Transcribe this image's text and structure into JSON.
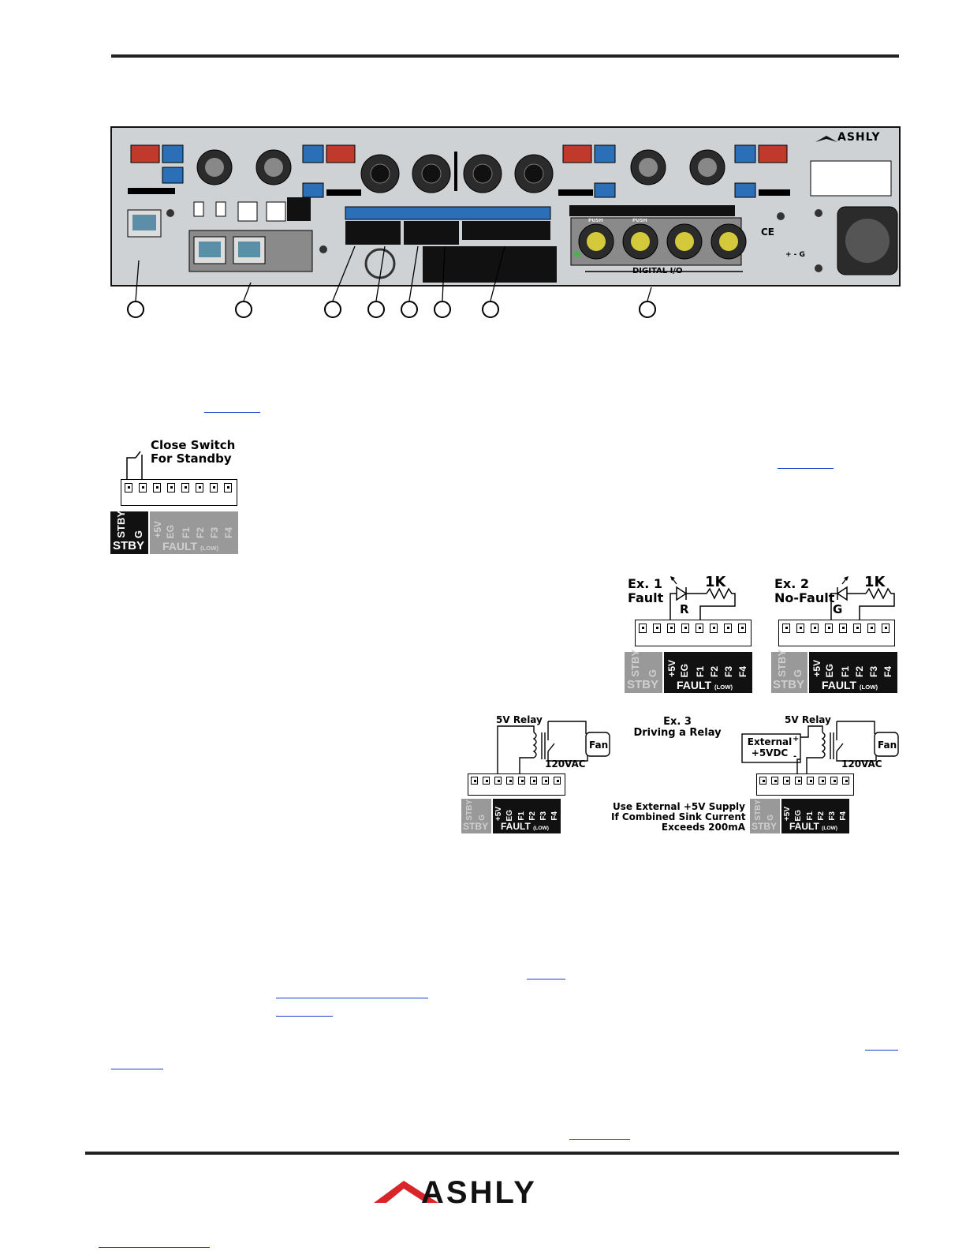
{
  "header_rule": {
    "color": "#222222"
  },
  "rear_panel": {
    "brand": "ASHLY",
    "digital_io_label": "DIGITAL I/O",
    "ce_mark": "CE",
    "push_label": "PUSH",
    "connector_pins": "+ - G",
    "callout_count": 8
  },
  "fig_standby": {
    "title_line1": "Close Switch",
    "title_line2": "For Standby",
    "stby_vertical": "STBY",
    "g_vertical": "G",
    "stby_label": "STBY",
    "fault_pins": [
      "+5V",
      "EG",
      "F1",
      "F2",
      "F3",
      "F4"
    ],
    "fault_label": "FAULT",
    "fault_low": "(LOW)"
  },
  "fig_ex1": {
    "title_line1": "Ex. 1",
    "title_line2": "Fault",
    "resistor": "1K",
    "led_pin": "R",
    "stby_vertical": "STBY",
    "g_vertical": "G",
    "stby_label": "STBY",
    "fault_pins": [
      "+5V",
      "EG",
      "F1",
      "F2",
      "F3",
      "F4"
    ],
    "fault_label": "FAULT",
    "fault_low": "(LOW)"
  },
  "fig_ex2": {
    "title_line1": "Ex. 2",
    "title_line2": "No-Fault",
    "resistor": "1K",
    "led_pin": "G",
    "stby_vertical": "STBY",
    "g_vertical": "G",
    "stby_label": "STBY",
    "fault_pins": [
      "+5V",
      "EG",
      "F1",
      "F2",
      "F3",
      "F4"
    ],
    "fault_label": "FAULT",
    "fault_low": "(LOW)"
  },
  "fig_ex3": {
    "title_line1": "Ex. 3",
    "title_line2": "Driving a Relay",
    "relay_label": "5V Relay",
    "fan_label": "Fan",
    "vac_label": "120VAC",
    "external_line1": "External",
    "external_line2": "+5VDC",
    "plus": "+",
    "minus": "-",
    "note_line1": "Use External +5V Supply",
    "note_line2": "If Combined Sink Current",
    "note_line3": "Exceeds 200mA",
    "stby_vertical": "STBY",
    "g_vertical": "G",
    "stby_label": "STBY",
    "fault_pins": [
      "+5V",
      "EG",
      "F1",
      "F2",
      "F3",
      "F4"
    ],
    "fault_label": "FAULT",
    "fault_low": "(LOW)"
  },
  "footer": {
    "brand": "ASHLY",
    "brand_color": "#d9252a"
  },
  "link_color": "#1a3fcc"
}
